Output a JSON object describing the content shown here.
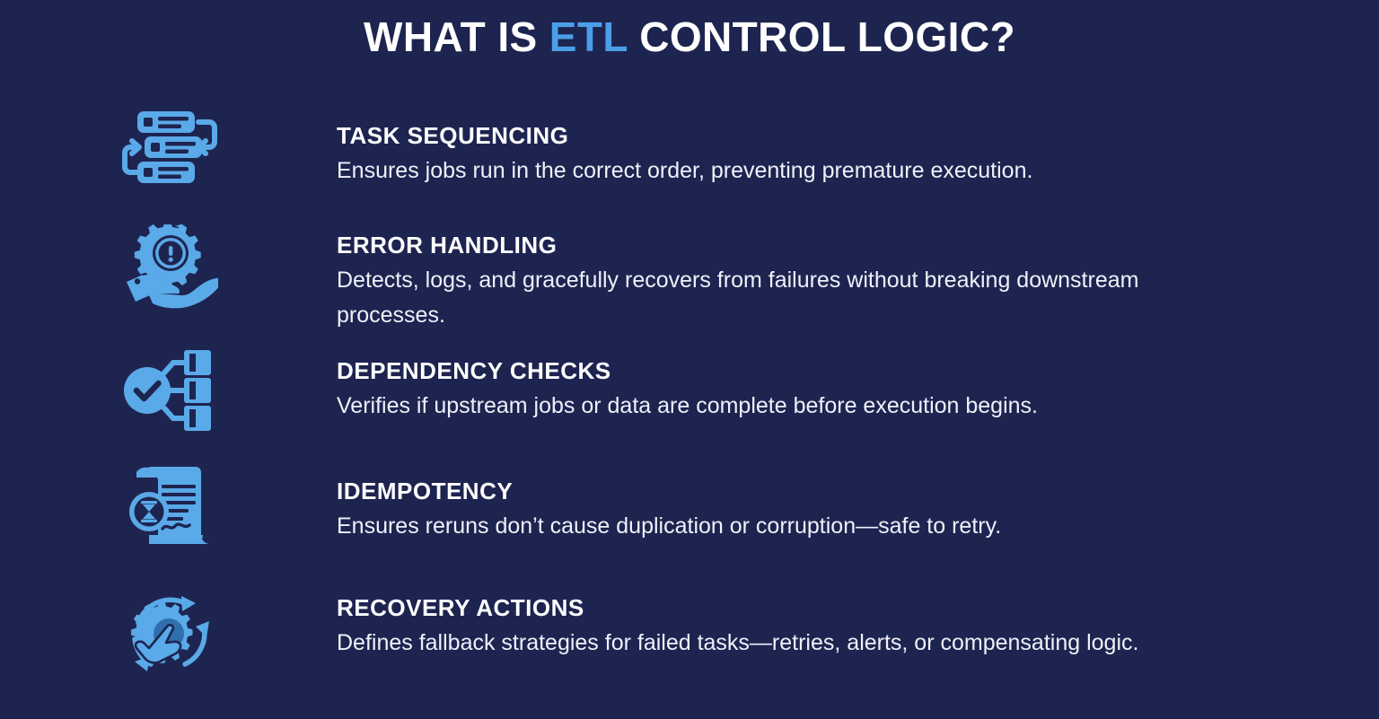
{
  "theme": {
    "background": "#1e2450",
    "accent_blue": "#4a9fe8",
    "icon_blue": "#5aa9e8",
    "heading_color": "#ffffff",
    "body_color": "#eef1f8"
  },
  "header": {
    "title_before": "WHAT IS ",
    "title_accent": "ETL",
    "title_after": " CONTROL LOGIC?",
    "title_full": "WHAT IS ETL CONTROL LOGIC?"
  },
  "items": [
    {
      "icon": "task-sequencing-icon",
      "title": "TASK SEQUENCING",
      "description": "Ensures jobs run in the correct order, preventing premature execution."
    },
    {
      "icon": "error-handling-icon",
      "title": "ERROR HANDLING",
      "description": "Detects, logs, and gracefully recovers from failures without breaking downstream processes."
    },
    {
      "icon": "dependency-checks-icon",
      "title": "DEPENDENCY CHECKS",
      "description": "Verifies if upstream jobs or data are complete before execution begins."
    },
    {
      "icon": "idempotency-icon",
      "title": "IDEMPOTENCY",
      "description": "Ensures reruns don’t cause duplication or corruption—safe to retry."
    },
    {
      "icon": "recovery-actions-icon",
      "title": "RECOVERY ACTIONS",
      "description": "Defines fallback strategies for failed tasks—retries, alerts, or compensating logic."
    }
  ]
}
